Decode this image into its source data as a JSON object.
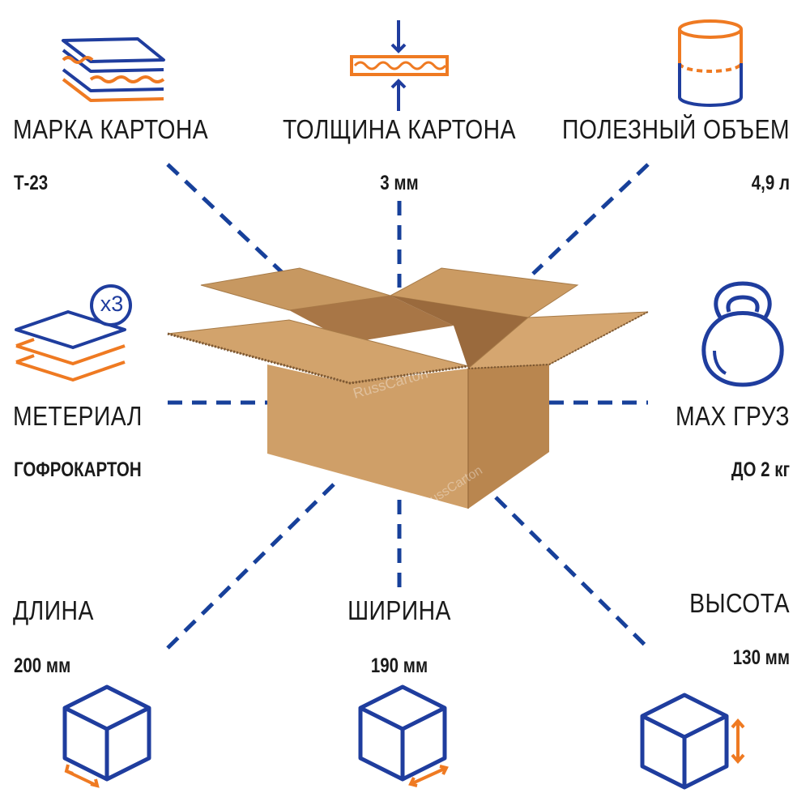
{
  "specs": {
    "brand": {
      "label": "МАРКА КАРТОНА",
      "value": "Т-23",
      "icon": "corrugated-layers-icon"
    },
    "thickness": {
      "label": "ТОЛЩИНА КАРТОНА",
      "value": "3 мм",
      "icon": "thickness-arrows-icon"
    },
    "volume": {
      "label": "ПОЛЕЗНЫЙ ОБЪЕМ",
      "value": "4,9 л",
      "icon": "cylinder-volume-icon"
    },
    "material": {
      "label": "МЕТЕРИАЛ",
      "value": "ГОФРОКАРТОН",
      "icon": "three-layer-sheets-icon",
      "badge": "x3"
    },
    "max_load": {
      "label": "MAX ГРУЗ",
      "value": "ДО 2 кг",
      "icon": "kettlebell-icon"
    },
    "length": {
      "label": "ДЛИНА",
      "value": "200 мм",
      "icon": "cube-length-icon"
    },
    "width": {
      "label": "ШИРИНА",
      "value": "190 мм",
      "icon": "cube-width-icon"
    },
    "height": {
      "label": "ВЫСОТА",
      "value": "130 мм",
      "icon": "cube-height-icon"
    }
  },
  "box": {
    "watermark": "RussCarton",
    "icon": "open-cardboard-box"
  },
  "colors": {
    "blue": "#1f3d9e",
    "orange": "#ef7a22",
    "navy_dash": "#17409a",
    "kraft": "#c9965f"
  }
}
